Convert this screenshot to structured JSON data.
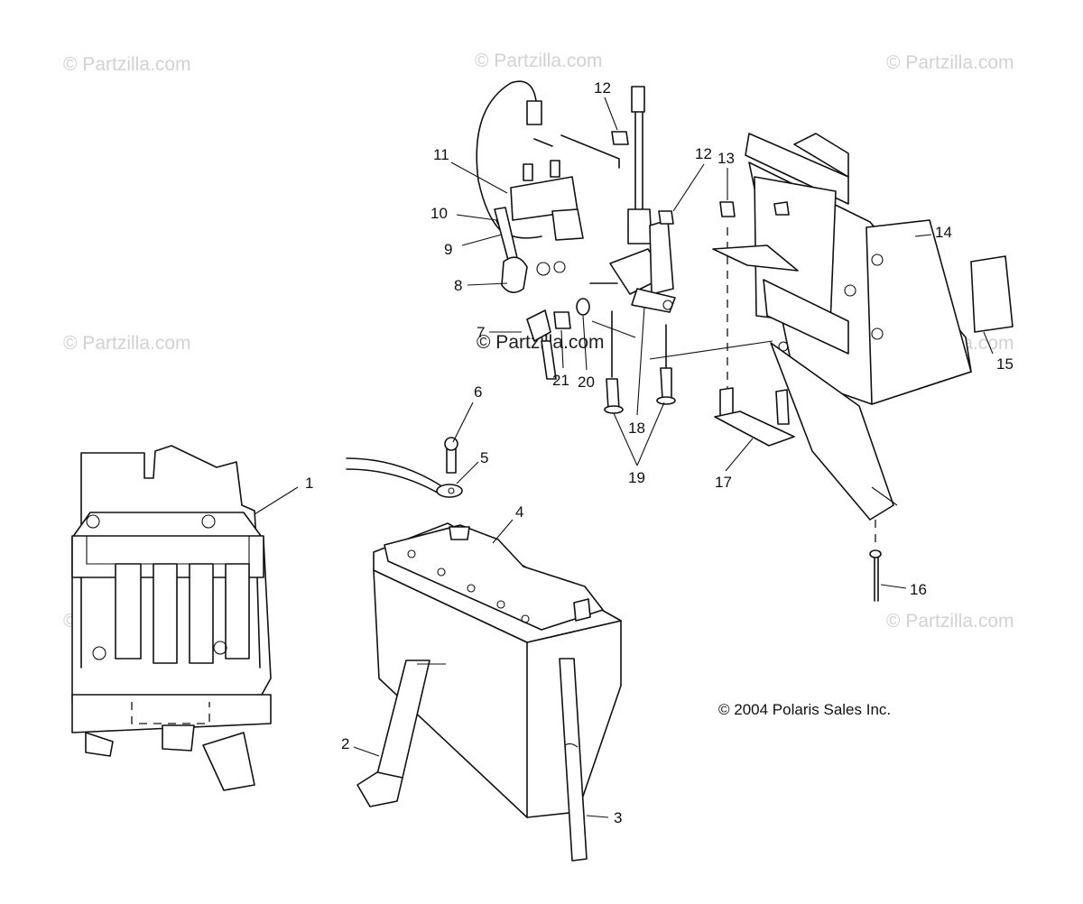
{
  "watermark": "© Partzilla.com",
  "copyright": "© 2004 Polaris Sales Inc.",
  "callouts": [
    "1",
    "2",
    "3",
    "4",
    "5",
    "6",
    "7",
    "8",
    "9",
    "10",
    "11",
    "12",
    "12",
    "13",
    "14",
    "15",
    "16",
    "17",
    "18",
    "19",
    "20",
    "21"
  ],
  "parts": {
    "battery_box": "1",
    "battery_strap": "2",
    "vent_tube": "3",
    "battery": "4",
    "cable_terminal": "5",
    "terminal_screw": "6",
    "boot": "7",
    "cap": "8",
    "harness": "9",
    "wire": "10",
    "resistor": "11",
    "nut_a": "12",
    "nut_b": "12",
    "nut_c": "13",
    "bracket": "14",
    "decal": "15",
    "rivet": "16",
    "mount_plate": "17",
    "solenoid": "18",
    "bolts": "19",
    "washer": "20",
    "spacer": "21"
  }
}
